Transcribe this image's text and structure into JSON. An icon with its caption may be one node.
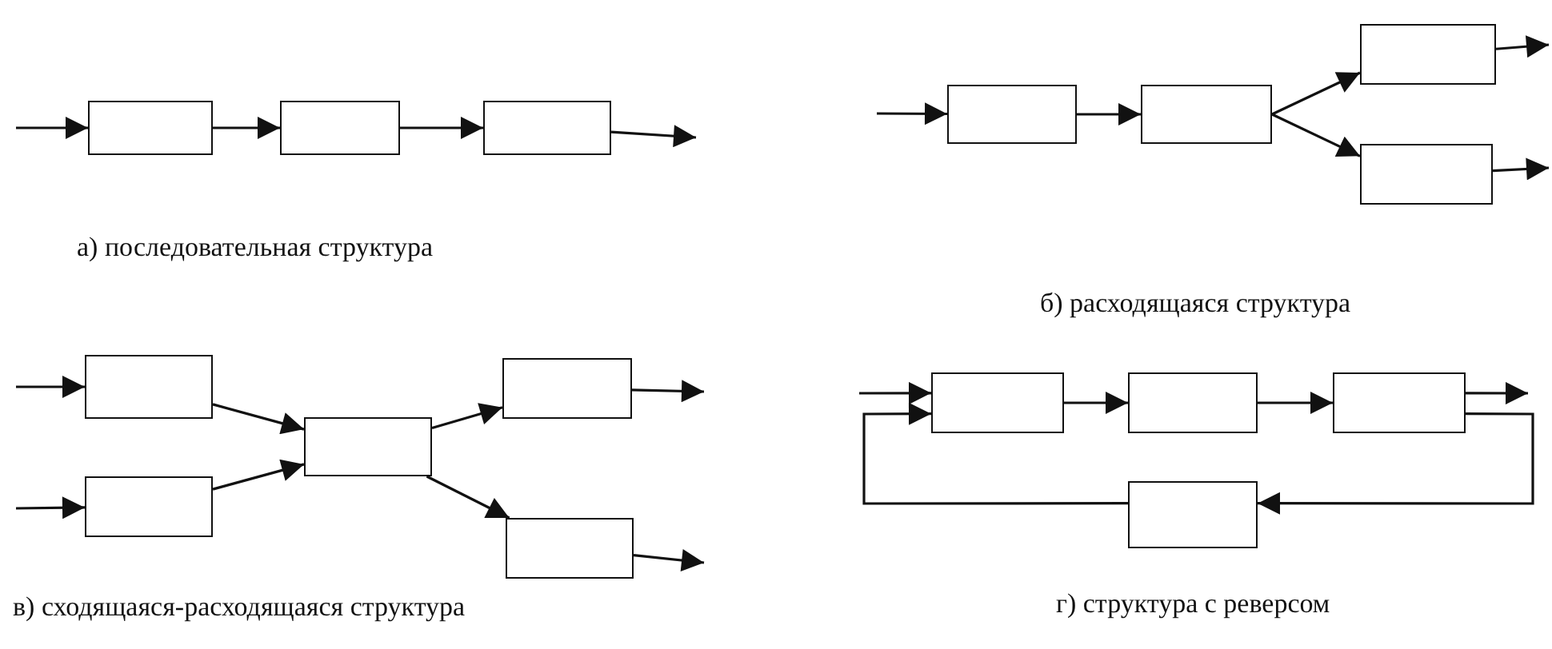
{
  "diagram": {
    "nodes": [
      {
        "text": [],
        "shape": "box"
      },
      {
        "text": [],
        "shape": "box"
      },
      {
        "text": [],
        "shape": "box"
      },
      {
        "text": [],
        "shape": "box"
      },
      {
        "text": [],
        "shape": "box"
      },
      {
        "text": [],
        "shape": "box"
      },
      {
        "text": [],
        "shape": "box"
      },
      {
        "text": [],
        "shape": "box"
      },
      {
        "text": [],
        "shape": "box"
      },
      {
        "text": [],
        "shape": "box"
      },
      {
        "text": [],
        "shape": "box"
      },
      {
        "text": [],
        "shape": "box"
      },
      {
        "text": [],
        "shape": "box"
      },
      {
        "text": [],
        "shape": "box"
      },
      {
        "text": [],
        "shape": "box"
      },
      {
        "text": [],
        "shape": "box"
      }
    ],
    "edges": [
      {
        "from": null,
        "to": 0,
        "arrow": "to"
      },
      {
        "from": 0,
        "to": 1,
        "arrow": "to"
      },
      {
        "from": 1,
        "to": 2,
        "arrow": "to"
      },
      {
        "from": 2,
        "to": null,
        "arrow": "to"
      },
      {
        "from": null,
        "to": 3,
        "arrow": "to"
      },
      {
        "from": 3,
        "to": 4,
        "arrow": "to"
      },
      {
        "from": 4,
        "to": 5,
        "arrow": "to"
      },
      {
        "from": 4,
        "to": 6,
        "arrow": "to"
      },
      {
        "from": 5,
        "to": null,
        "arrow": "to"
      },
      {
        "from": 6,
        "to": null,
        "arrow": "to"
      },
      {
        "from": null,
        "to": 7,
        "arrow": "to"
      },
      {
        "from": null,
        "to": 8,
        "arrow": "to"
      },
      {
        "from": 7,
        "to": 9,
        "arrow": "to"
      },
      {
        "from": 8,
        "to": 9,
        "arrow": "to"
      },
      {
        "from": 9,
        "to": 10,
        "arrow": "to"
      },
      {
        "from": 9,
        "to": 11,
        "arrow": "to"
      },
      {
        "from": 10,
        "to": null,
        "arrow": "to"
      },
      {
        "from": 11,
        "to": null,
        "arrow": "to"
      },
      {
        "from": null,
        "to": 12,
        "arrow": "to"
      },
      {
        "from": 12,
        "to": 13,
        "arrow": "to"
      },
      {
        "from": 13,
        "to": 14,
        "arrow": "to"
      },
      {
        "from": 14,
        "to": null,
        "arrow": "to"
      },
      {
        "from": 14,
        "to": 15,
        "arrow": "to"
      },
      {
        "from": 15,
        "to": 12,
        "arrow": "to"
      }
    ],
    "labels": [
      "а) последовательная структура",
      "б) расходящаяся структура",
      "в) сходящаяся-расходящаяся структура",
      "г) структура с реверсом"
    ]
  }
}
